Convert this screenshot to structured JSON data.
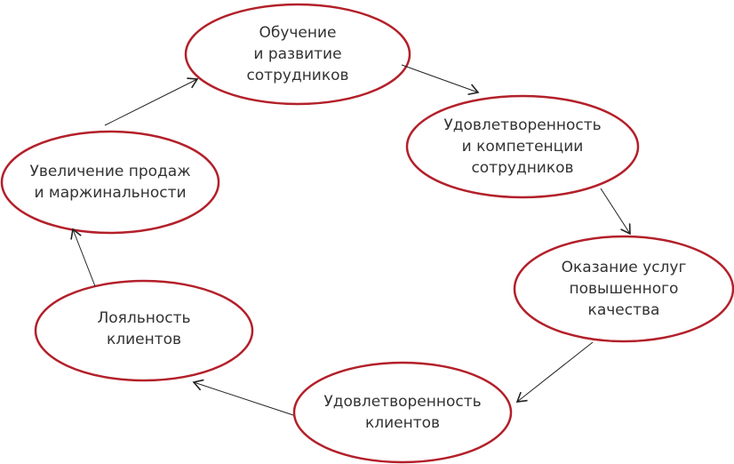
{
  "colors": {
    "ellipse_stroke": "#b3202a",
    "arrow": "#222222"
  },
  "nodes": [
    {
      "label": "Обучение\nи развитие\nсотрудников"
    },
    {
      "label": "Удовлетворенность\nи компетенции\nсотрудников"
    },
    {
      "label": "Оказание услуг\nповышенного\nкачества"
    },
    {
      "label": "Удовлетворенность\nклиентов"
    },
    {
      "label": "Лояльность\nклиентов"
    },
    {
      "label": "Увеличение продаж\nи маржинальности"
    }
  ]
}
